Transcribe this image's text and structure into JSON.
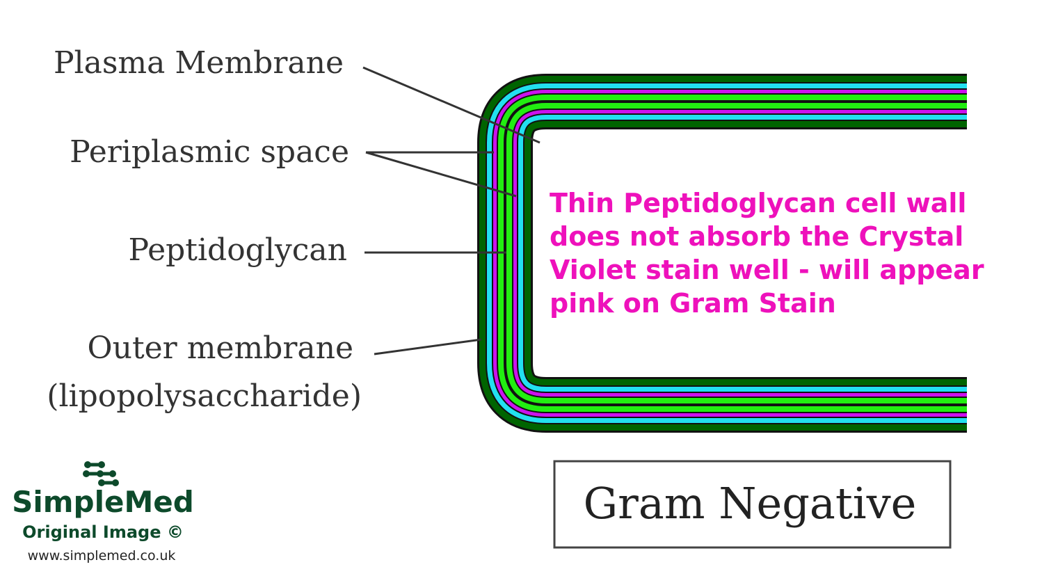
{
  "labels": {
    "plasma_membrane": "Plasma Membrane",
    "periplasmic_space": "Periplasmic space",
    "peptidoglycan": "Peptidoglycan",
    "outer_membrane_line1": "Outer membrane",
    "outer_membrane_line2": "(lipopolysaccharide)"
  },
  "note": {
    "lines": [
      "Thin Peptidoglycan cell wall",
      "does not absorb the Crystal",
      "Violet stain well - will appear",
      "pink on Gram Stain"
    ],
    "color": "#ee11bb"
  },
  "box_title": "Gram Negative",
  "brand": {
    "name": "SimpleMed",
    "subtitle": "Original Image ©",
    "url": "www.simplemed.co.uk",
    "color": "#0d4a2b"
  },
  "layer_colors": {
    "outer_membrane": "#006400",
    "periplasmic_space": "#22e0f0",
    "peptidoglycan": "#cc11ee",
    "plasma_membrane": "#22ee11",
    "separator": "#111111"
  }
}
